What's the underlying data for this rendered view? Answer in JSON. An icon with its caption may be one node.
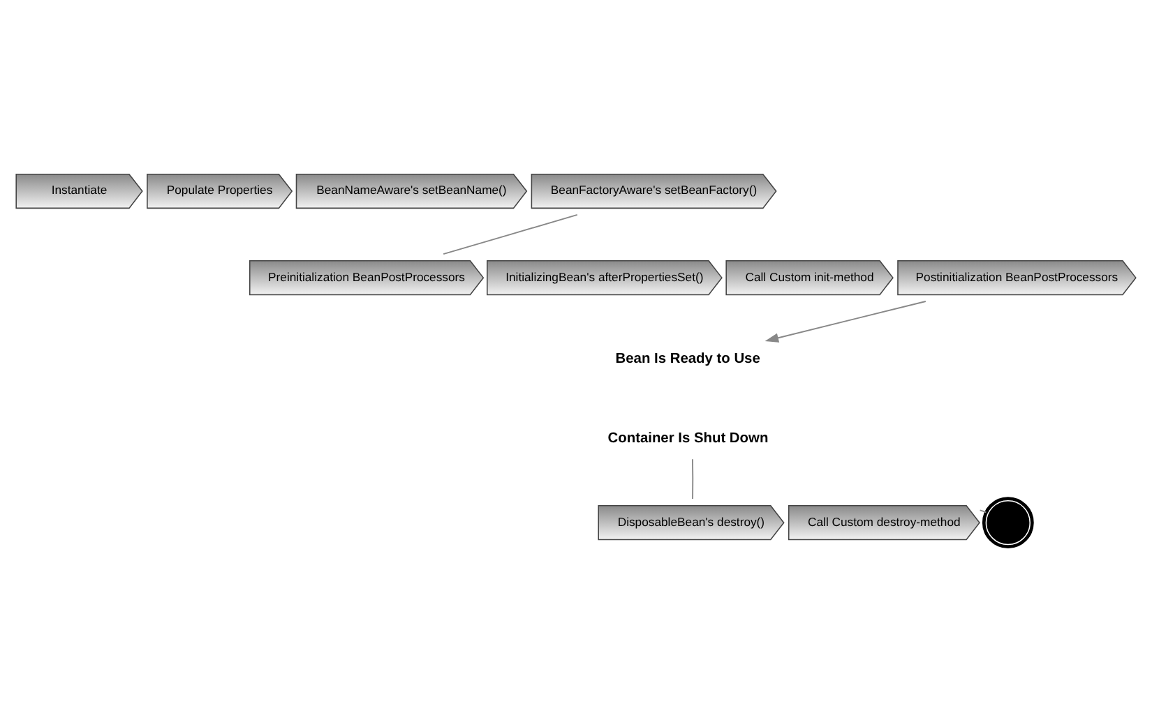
{
  "diagram": {
    "nodes": [
      {
        "text": [
          "Instantiate"
        ]
      },
      {
        "text": [
          "Populate Properties"
        ]
      },
      {
        "text": [
          "BeanNameAware's setBeanName()"
        ]
      },
      {
        "text": [
          "BeanFactoryAware's setBeanFactory()"
        ]
      },
      {
        "text": [
          "Preinitialization BeanPostProcessors"
        ]
      },
      {
        "text": [
          "InitializingBean's afterPropertiesSet()"
        ]
      },
      {
        "text": [
          "Call Custom init-method"
        ]
      },
      {
        "text": [
          "Postinitialization BeanPostProcessors"
        ]
      },
      {
        "text": [
          "Bean Is Ready to Use"
        ]
      },
      {
        "text": [
          "Container Is Shut Down"
        ]
      },
      {
        "text": [
          "DisposableBean's destroy()"
        ]
      },
      {
        "text": [
          "Call Custom destroy-method"
        ]
      },
      {
        "text": [],
        "shape": "circle"
      }
    ],
    "edges": [
      {
        "from": 3,
        "to": 4,
        "arrow": "none"
      },
      {
        "from": 7,
        "to": 8,
        "arrow": "to"
      },
      {
        "from": 9,
        "to": 10,
        "arrow": "none"
      },
      {
        "from": 11,
        "to": 12,
        "arrow": "none"
      }
    ]
  }
}
